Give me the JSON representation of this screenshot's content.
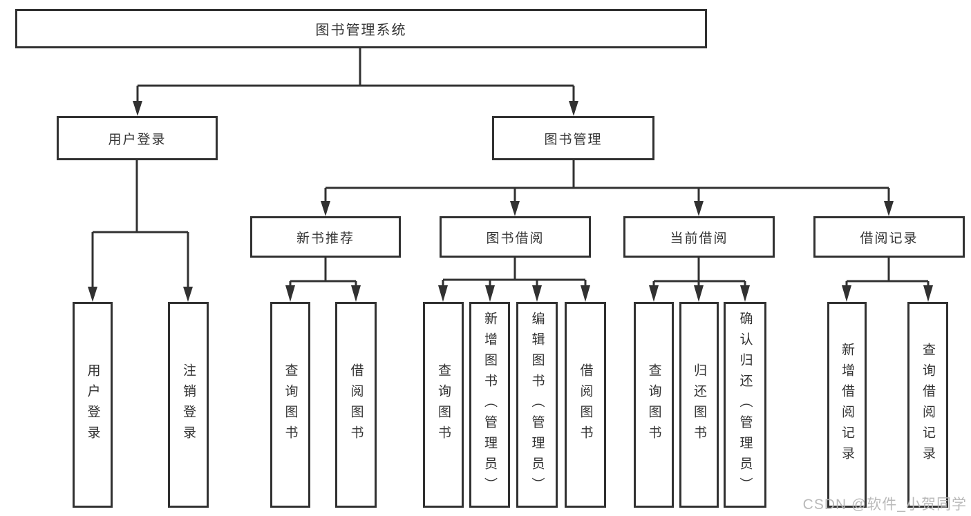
{
  "diagram": {
    "title": "图书管理系统",
    "type": "hierarchy-tree",
    "tree": {
      "root": {
        "label": "图书管理系统",
        "children": [
          {
            "label": "用户登录",
            "children": [
              {
                "label": "用户登录"
              },
              {
                "label": "注销登录"
              }
            ]
          },
          {
            "label": "图书管理",
            "children": [
              {
                "label": "新书推荐",
                "children": [
                  {
                    "label": "查询图书"
                  },
                  {
                    "label": "借阅图书"
                  }
                ]
              },
              {
                "label": "图书借阅",
                "children": [
                  {
                    "label": "查询图书"
                  },
                  {
                    "label": "新增图书（管理员）"
                  },
                  {
                    "label": "编辑图书（管理员）"
                  },
                  {
                    "label": "借阅图书"
                  }
                ]
              },
              {
                "label": "当前借阅",
                "children": [
                  {
                    "label": "查询图书"
                  },
                  {
                    "label": "归还图书"
                  },
                  {
                    "label": "确认归还（管理员）"
                  }
                ]
              },
              {
                "label": "借阅记录",
                "children": [
                  {
                    "label": "新增借阅记录"
                  },
                  {
                    "label": "查询借阅记录"
                  }
                ]
              }
            ]
          }
        ]
      }
    },
    "colors": {
      "line": "#313131",
      "text": "#333333",
      "background": "#ffffff",
      "watermark": "#b5b5b5"
    },
    "watermark": "CSDN @软件_小贺同学"
  }
}
